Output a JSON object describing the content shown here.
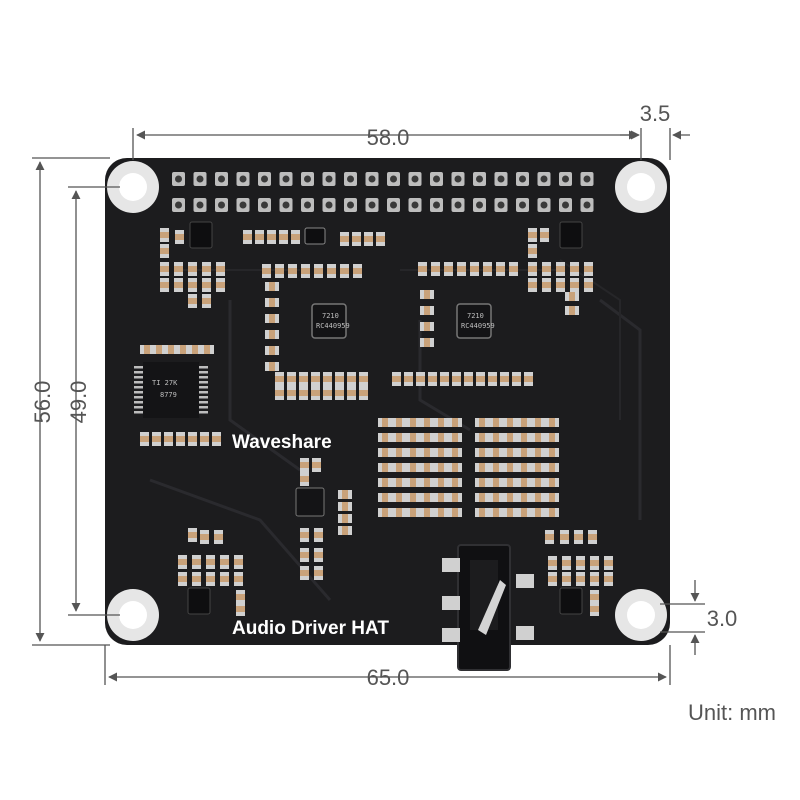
{
  "board": {
    "brand_label": "Waveshare",
    "product_label": "Audio Driver HAT",
    "codec_left_marking": "7210\nRC440959",
    "codec_right_marking": "7210\nRC440959",
    "amp_chip_marking": "TI 27K\n8779",
    "colors": {
      "pcb": "#1c1c1e",
      "pad": "#c8c8c8",
      "smd_body": "#c9a27a",
      "silk": "#ffffff",
      "dim_line": "#555555"
    }
  },
  "dimensions": {
    "width_total": "65.0",
    "width_holes": "58.0",
    "hole_edge_offset": "3.5",
    "height_total": "56.0",
    "height_holes": "49.0",
    "hole_bottom_offset": "3.0",
    "unit_label": "Unit: mm"
  }
}
